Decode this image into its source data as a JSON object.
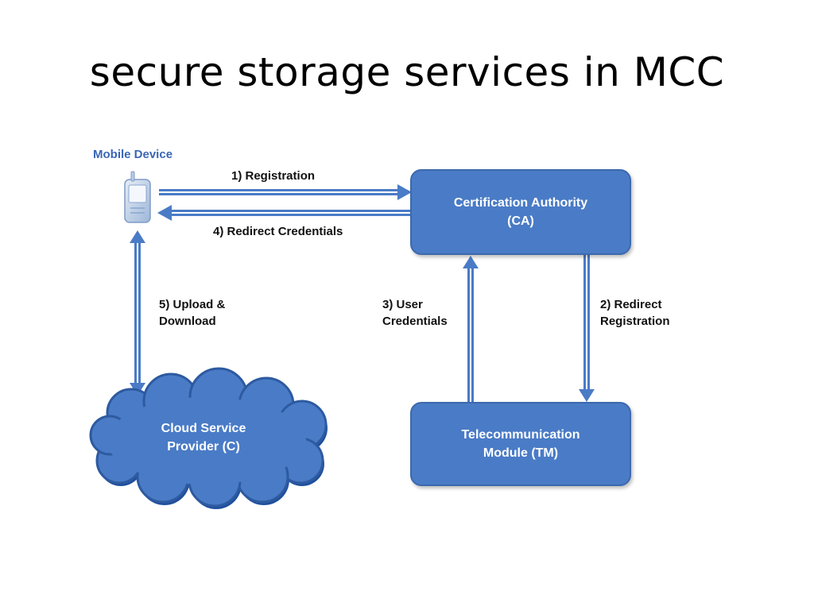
{
  "slide": {
    "title": "secure storage services in MCC"
  },
  "diagram": {
    "mobile_device_label": "Mobile Device",
    "nodes": {
      "ca": "Certification Authority\n(CA)",
      "tm": "Telecommunication\nModule (TM)",
      "cloud": "Cloud Service\nProvider (C)"
    },
    "edges": {
      "registration": "1) Registration",
      "redirect_registration": "2) Redirect\nRegistration",
      "user_credentials": "3) User\nCredentials",
      "redirect_credentials": "4) Redirect  Credentials",
      "upload_download": "5) Upload  &\nDownload"
    },
    "colors": {
      "box_fill": "#4a7bc6",
      "box_border": "#3c69ad",
      "arrow": "#4a7bc6",
      "device_label": "#3a66b6"
    }
  }
}
